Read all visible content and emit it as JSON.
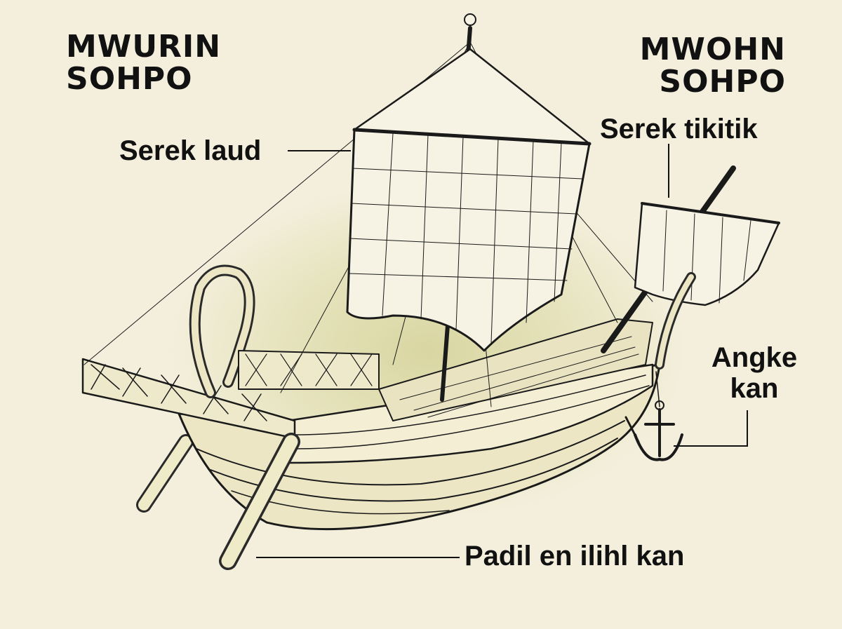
{
  "headings": {
    "stern": [
      "MWURIN",
      "SOHPO"
    ],
    "bow": [
      "MWOHN",
      "SOHPO"
    ]
  },
  "labels": {
    "mainsail": "Serek laud",
    "foresail": "Serek tikitik",
    "anchor": [
      "Angke",
      "kan"
    ],
    "steering_oar": "Padil en ilihl kan"
  },
  "colors": {
    "background": "#f3efdc",
    "highlight": "#d9d6a2",
    "ink": "#111111",
    "sail": "#f6f3e4"
  }
}
